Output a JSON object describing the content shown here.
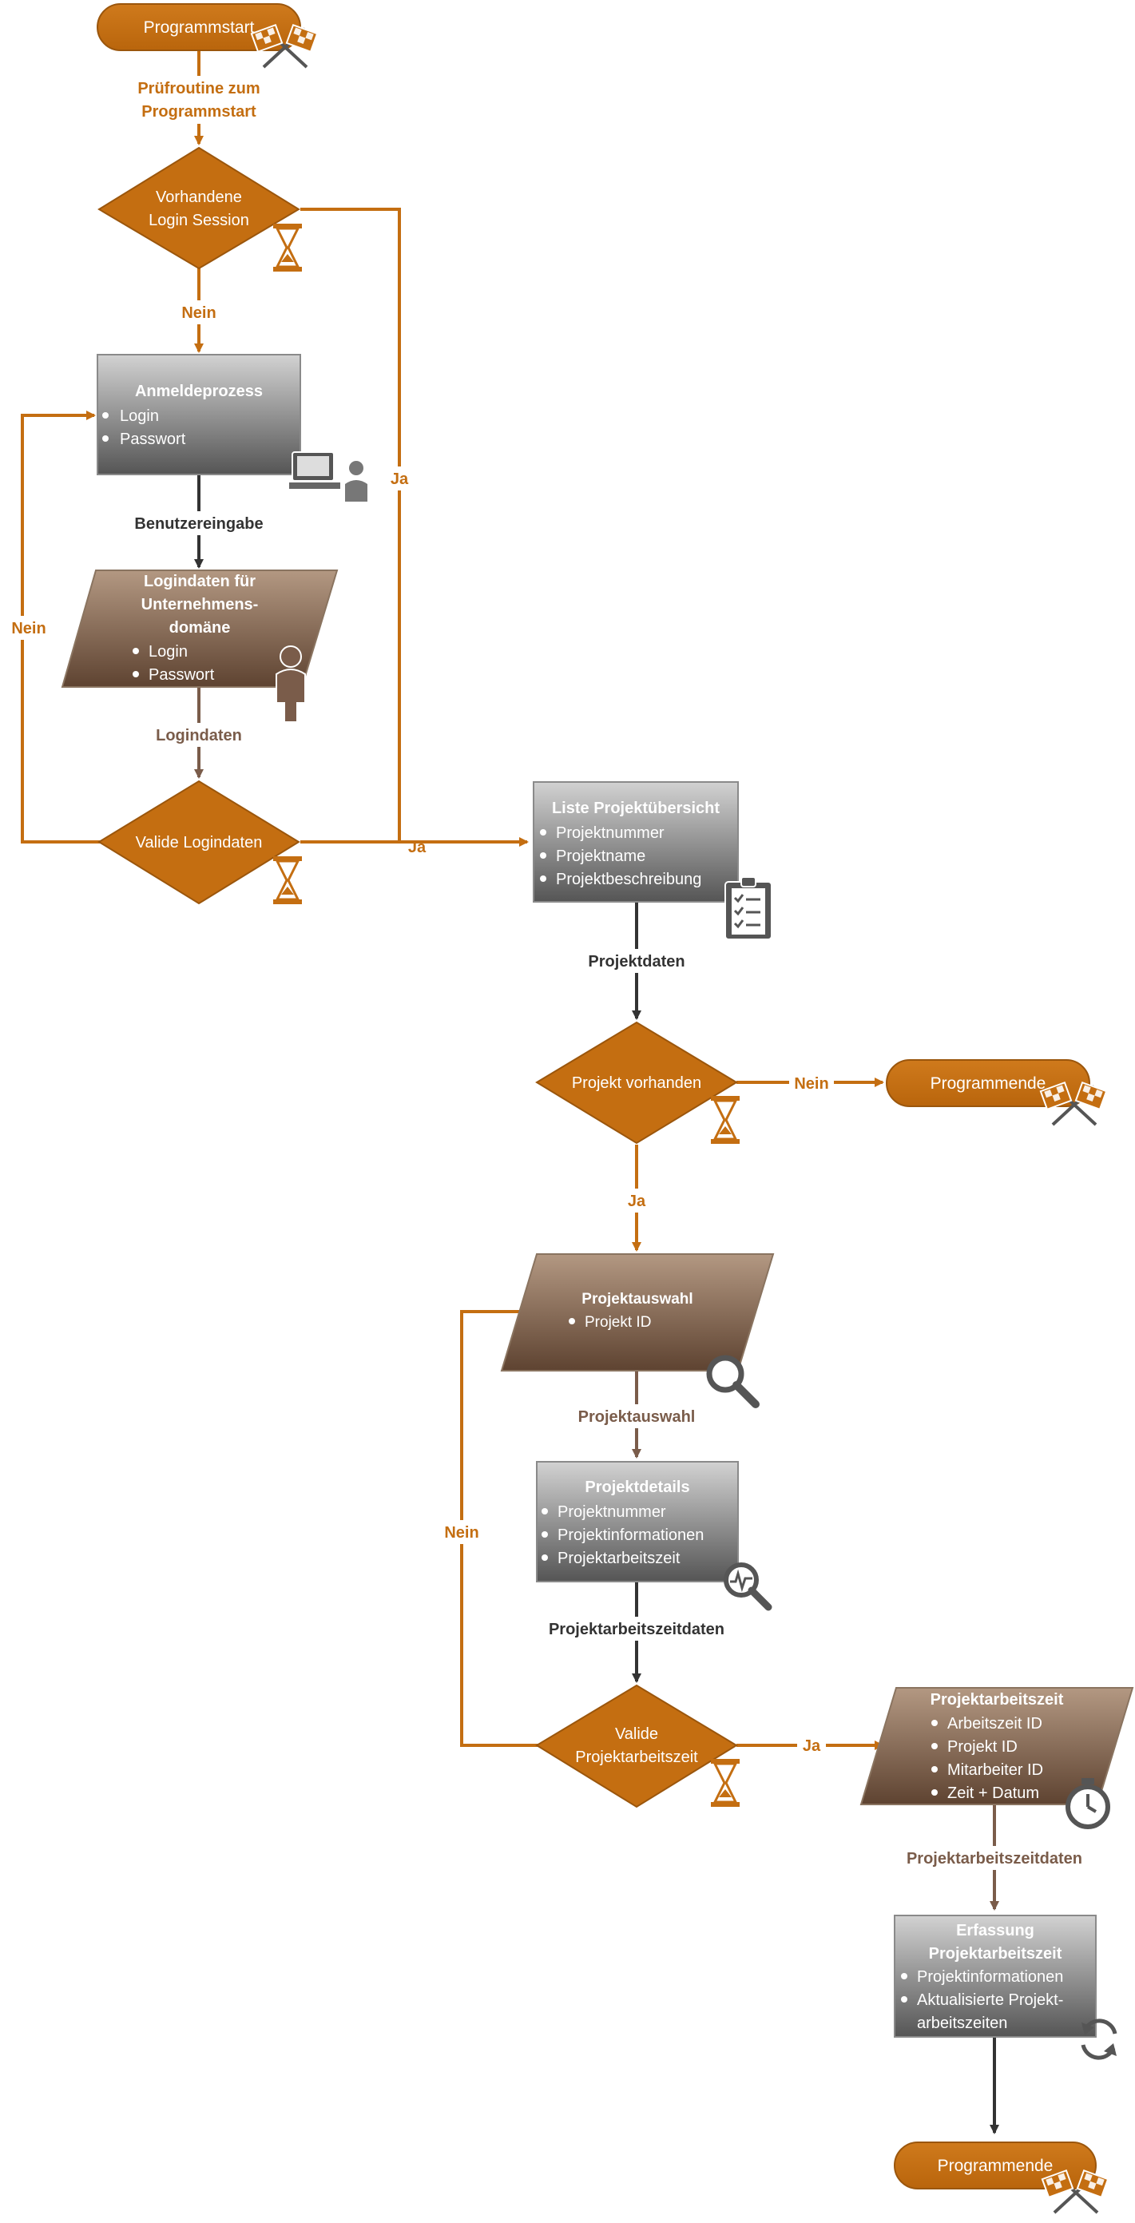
{
  "colors": {
    "orange": "#C46E11",
    "orange_dark": "#9B560C",
    "gray_dark": "#333333",
    "brown_line": "#7A5C4A",
    "brown_top": "#B39882",
    "brown_bottom": "#5E4331",
    "gray_top": "#D2D2D2",
    "gray_bottom": "#555555"
  },
  "start": {
    "label": "Programmstart"
  },
  "edge_check": {
    "label_line1": "Prüfroutine zum",
    "label_line2": "Programmstart"
  },
  "decision_session": {
    "line1": "Vorhandene",
    "line2": "Login Session"
  },
  "edge_session_no": {
    "label": "Nein"
  },
  "edge_session_yes": {
    "label": "Ja"
  },
  "login_process": {
    "title": "Anmeldeprozess",
    "items": [
      "Login",
      "Passwort"
    ]
  },
  "edge_user_input": {
    "label": "Benutzereingabe"
  },
  "login_data": {
    "title_line1": "Logindaten für",
    "title_line2": "Unternehmens-",
    "title_line3": "domäne",
    "items": [
      "Login",
      "Passwort"
    ]
  },
  "edge_logindata": {
    "label": "Logindaten"
  },
  "decision_valid_login": {
    "label": "Valide Logindaten"
  },
  "edge_valid_no": {
    "label": "Nein"
  },
  "edge_valid_yes": {
    "label": "Ja"
  },
  "project_list": {
    "title": "Liste Projektübersicht",
    "items": [
      "Projektnummer",
      "Projektname",
      "Projektbeschreibung"
    ]
  },
  "edge_projectdata": {
    "label": "Projektdaten"
  },
  "decision_project_exists": {
    "label": "Projekt vorhanden"
  },
  "edge_exists_no": {
    "label": "Nein"
  },
  "end_top": {
    "label": "Programmende"
  },
  "edge_exists_yes": {
    "label": "Ja"
  },
  "project_selection": {
    "title": "Projektauswahl",
    "items": [
      "Projekt ID"
    ]
  },
  "edge_selection": {
    "label": "Projektauswahl"
  },
  "project_details": {
    "title": "Projektdetails",
    "items": [
      "Projektnummer",
      "Projektinformationen",
      "Projektarbeitszeit"
    ]
  },
  "edge_worktime_data": {
    "label": "Projektarbeitszeitdaten"
  },
  "decision_valid_worktime": {
    "line1": "Valide",
    "line2": "Projektarbeitszeit"
  },
  "edge_worktime_no": {
    "label": "Nein"
  },
  "edge_worktime_yes": {
    "label": "Ja"
  },
  "worktime": {
    "title": "Projektarbeitszeit",
    "items": [
      "Arbeitszeit ID",
      "Projekt ID",
      "Mitarbeiter ID",
      "Zeit + Datum"
    ]
  },
  "edge_worktime_data2": {
    "label": "Projektarbeitszeitdaten"
  },
  "capture": {
    "title_line1": "Erfassung",
    "title_line2": "Projektarbeitszeit",
    "items": [
      "Projektinformationen",
      "Aktualisierte Projekt-",
      "arbeitszeiten"
    ]
  },
  "end_bottom": {
    "label": "Programmende"
  }
}
